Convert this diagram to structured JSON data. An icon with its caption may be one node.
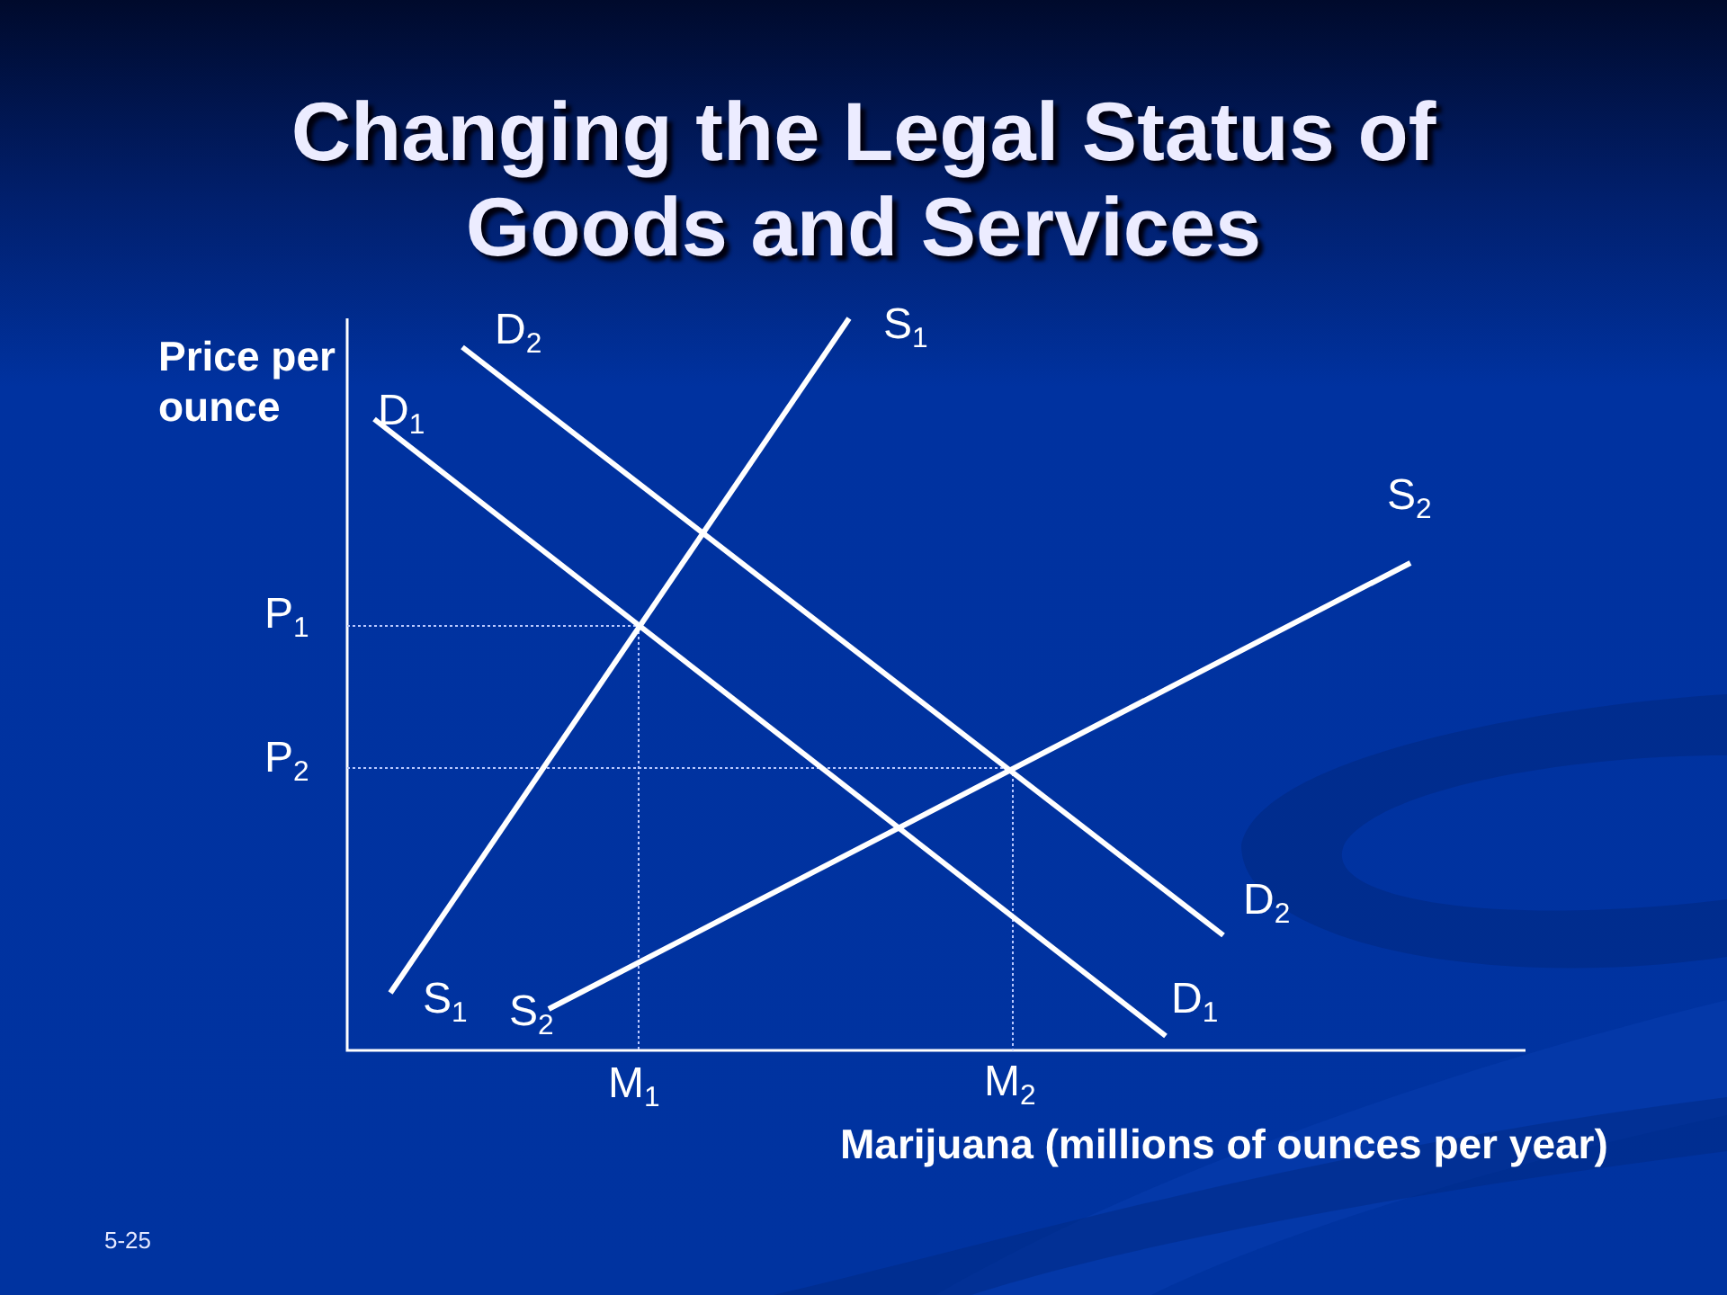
{
  "diagram": {
    "title": "Changing the Legal Status of Goods and Services",
    "labels": [
      "D$_{2}$",
      "S$_{1}$",
      "Price per ounce",
      "D$_{1}$",
      "S$_{2}$",
      "P$_{1}$",
      "P$_{2}$",
      "D$_{2}$",
      "S$_{1}$",
      "S$_{2}$",
      "D$_{1}$",
      "M$_{1}$",
      "M$_{2}$",
      "Marijuana (millions of ounces per year)",
      "5-25"
    ]
  }
}
